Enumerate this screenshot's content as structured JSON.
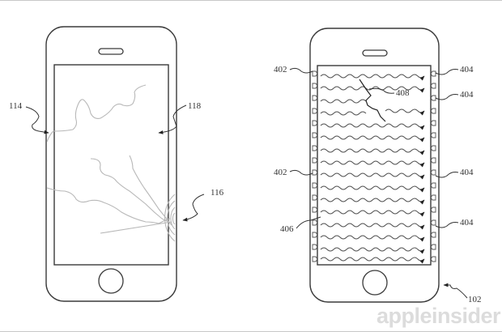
{
  "figure": {
    "description": "Patent drawing of two smartphones: left shows a cracked display, right shows a display with wave propagation detection grid",
    "colors": {
      "outline": "#3a3a3a",
      "crack": "#b5b5b5",
      "wave": "#555555",
      "watermark": "#dcdcdc",
      "frame": "#c8c8c8"
    }
  },
  "left_phone": {
    "labels": {
      "crack_left": "114",
      "crack_right": "118",
      "impact_point": "116"
    }
  },
  "right_phone": {
    "labels": {
      "emitter_top_left": "402",
      "emitter_mid_left": "402",
      "receiver_top_1": "404",
      "receiver_top_2": "404",
      "receiver_mid": "404",
      "receiver_bottom": "404",
      "crack": "408",
      "wave": "406",
      "device": "102"
    },
    "wave_rows": 15
  },
  "watermark": {
    "text": "appleinsider"
  }
}
